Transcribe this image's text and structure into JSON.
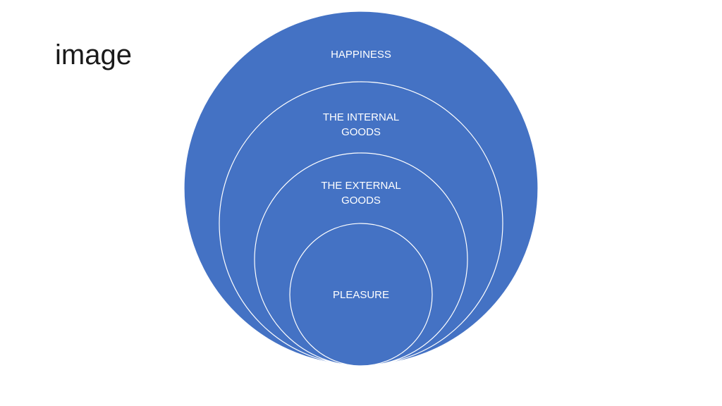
{
  "slide": {
    "title": "image"
  },
  "diagram": {
    "fill_color": "#4472c4",
    "outline_color": "#ffffff",
    "levels": [
      {
        "lines": [
          "HAPPINESS"
        ]
      },
      {
        "lines": [
          "THE INTERNAL",
          "GOODS"
        ]
      },
      {
        "lines": [
          "THE EXTERNAL",
          "GOODS"
        ]
      },
      {
        "lines": [
          "PLEASURE"
        ]
      }
    ]
  }
}
